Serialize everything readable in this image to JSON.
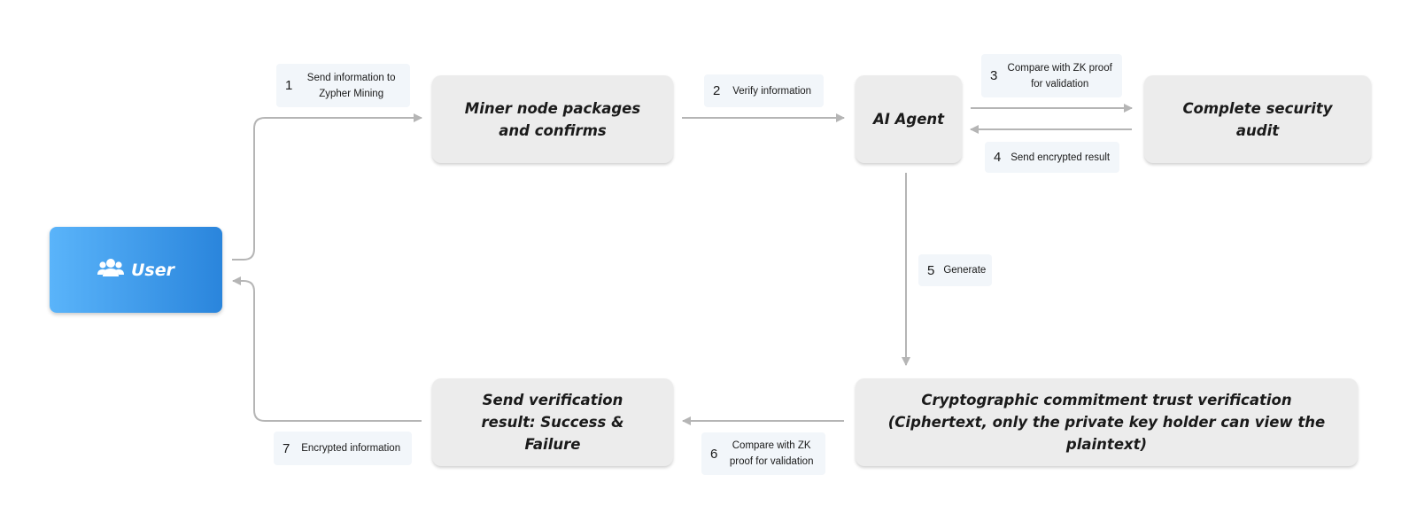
{
  "nodes": {
    "user": "User",
    "miner": "Miner node packages and confirms",
    "agent": "AI Agent",
    "audit": "Complete security audit",
    "commitment": "Cryptographic commitment trust verification (Ciphertext, only the private key holder can view the plaintext)",
    "result": "Send verification result: Success & Failure"
  },
  "steps": [
    {
      "num": "1",
      "text": "Send information to Zypher Mining"
    },
    {
      "num": "2",
      "text": "Verify information"
    },
    {
      "num": "3",
      "text": "Compare with ZK proof for validation"
    },
    {
      "num": "4",
      "text": "Send encrypted result"
    },
    {
      "num": "5",
      "text": "Generate"
    },
    {
      "num": "6",
      "text": "Compare with ZK proof for validation"
    },
    {
      "num": "7",
      "text": "Encrypted information"
    }
  ],
  "icons": {
    "user": "users-icon"
  },
  "colors": {
    "user_gradient_start": "#5ab4fa",
    "user_gradient_end": "#2a85dc",
    "node_fill": "#ececec",
    "label_fill": "#f2f6fa",
    "connector": "#b5b5b5"
  }
}
